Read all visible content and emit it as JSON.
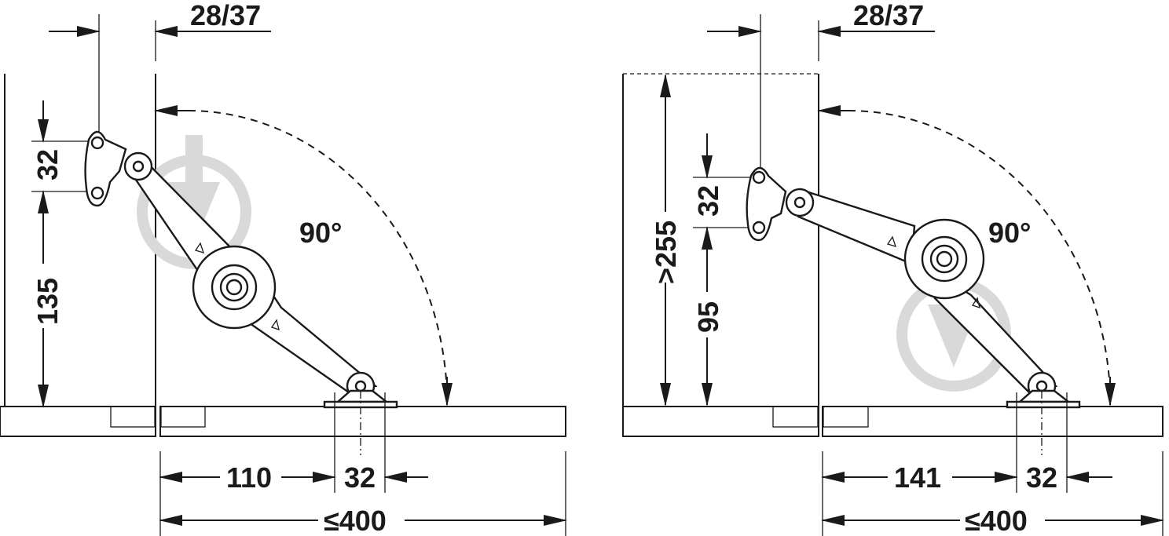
{
  "diagram": {
    "left": {
      "top_dim": "28/37",
      "hole_spacing_dim": "32",
      "vertical_dim": "135",
      "angle": "90°",
      "bottom_offset_dim": "110",
      "bottom_spacing_dim": "32",
      "overall_dim": "≤400"
    },
    "right": {
      "top_dim": "28/37",
      "hole_spacing_dim": "32",
      "vertical_dim": "95",
      "height_dim": ">255",
      "angle": "90°",
      "bottom_offset_dim": "141",
      "bottom_spacing_dim": "32",
      "overall_dim": "≤400"
    },
    "colors": {
      "ink": "#1a1a1a",
      "watermark": "#d9d9d9",
      "background": "#ffffff"
    }
  }
}
